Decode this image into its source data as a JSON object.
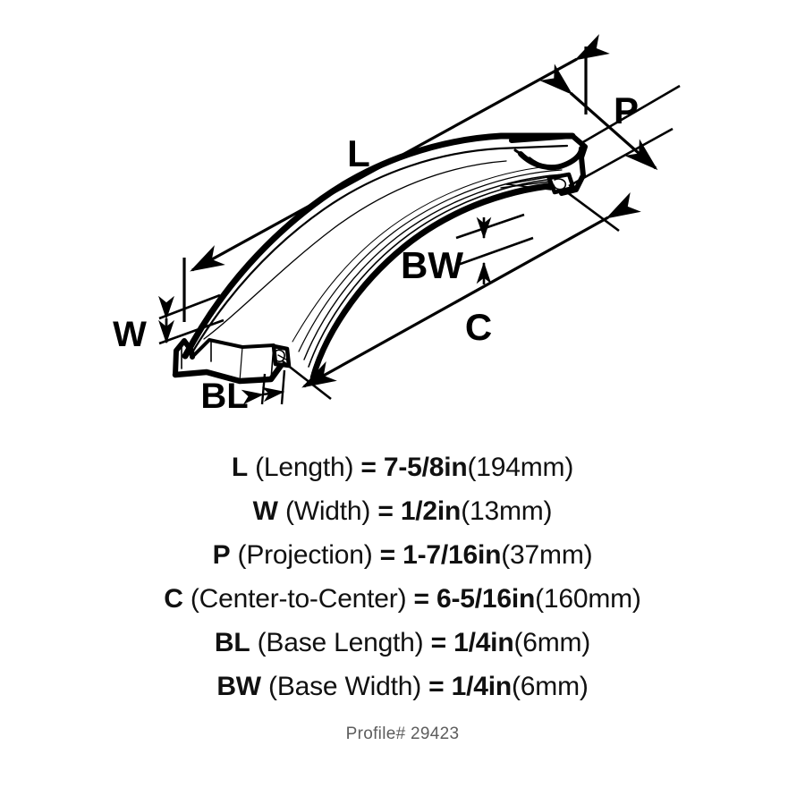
{
  "diagram": {
    "title": "cabinet-pull-dimension-diagram",
    "labels": [
      {
        "key": "L",
        "text": "L"
      },
      {
        "key": "W",
        "text": "W"
      },
      {
        "key": "P",
        "text": "P"
      },
      {
        "key": "C",
        "text": "C"
      },
      {
        "key": "BL",
        "text": "BL"
      },
      {
        "key": "BW",
        "text": "BW"
      }
    ]
  },
  "specs": [
    {
      "symbol": "L",
      "name": "(Length)",
      "equals": "=",
      "imperial": "7-5/8in",
      "metric": "(194mm)"
    },
    {
      "symbol": "W",
      "name": "(Width)",
      "equals": "=",
      "imperial": "1/2in",
      "metric": "(13mm)"
    },
    {
      "symbol": "P",
      "name": "(Projection)",
      "equals": "=",
      "imperial": "1-7/16in",
      "metric": "(37mm)"
    },
    {
      "symbol": "C",
      "name": "(Center-to-Center)",
      "equals": "=",
      "imperial": "6-5/16in",
      "metric": "(160mm)"
    },
    {
      "symbol": "BL",
      "name": "(Base Length)",
      "equals": "=",
      "imperial": "1/4in",
      "metric": "(6mm)"
    },
    {
      "symbol": "BW",
      "name": "(Base Width)",
      "equals": "=",
      "imperial": "1/4in",
      "metric": "(6mm)"
    }
  ],
  "footer": {
    "profile": "Profile# 29423"
  },
  "colors": {
    "background": "#ffffff",
    "ink": "#000000",
    "footer_text": "#5d5d5d"
  }
}
